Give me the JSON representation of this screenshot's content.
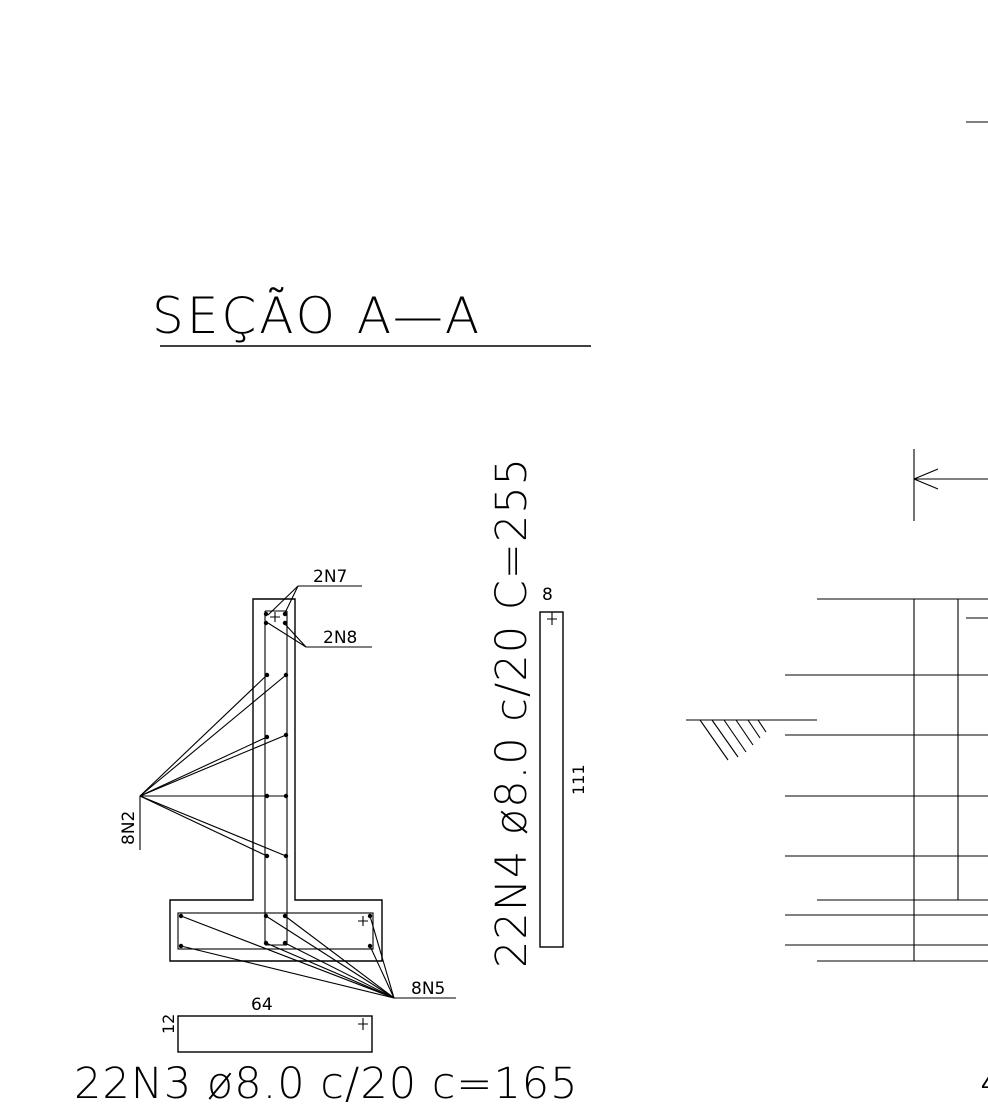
{
  "section_title": "SEÇÃO A—A",
  "labels": {
    "n7": "2N7",
    "n8": "2N8",
    "n2": "8N2",
    "n5": "8N5",
    "dim_64": "64",
    "dim_12": "12",
    "dim_8": "8",
    "dim_111": "111"
  },
  "bar_n3_spec": "22N3 ø8.0 c/20 c=165",
  "bar_n4_spec": "22N4 ø8.0 c/20 C=255",
  "partial_text": "4"
}
